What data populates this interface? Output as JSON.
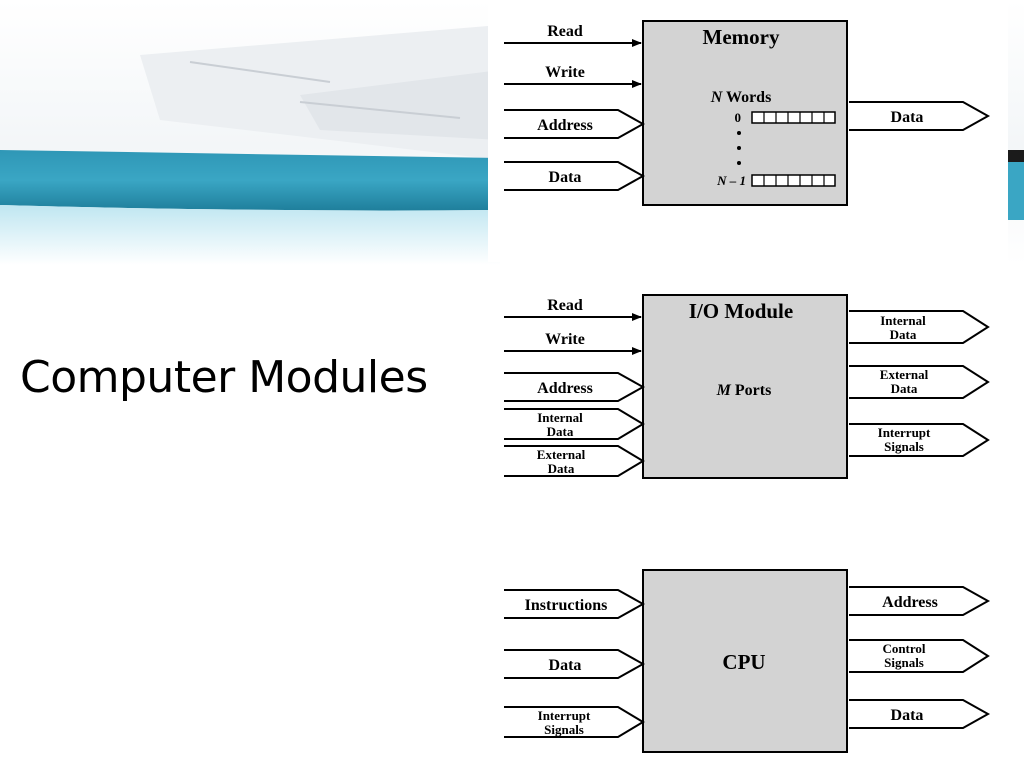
{
  "slide": {
    "title": "Computer Modules"
  },
  "colors": {
    "module_fill": "#d3d3d3",
    "stroke": "#000000",
    "banner_teal": "#3aa6c4",
    "banner_teal_light": "#8fd0e2"
  },
  "memory": {
    "title": "Memory",
    "subtitle_var": "N",
    "subtitle_rest": " Words",
    "index_first": "0",
    "index_last": "N – 1",
    "inputs": {
      "read": "Read",
      "write": "Write",
      "address": "Address",
      "data": "Data"
    },
    "outputs": {
      "data": "Data"
    }
  },
  "io": {
    "title": "I/O Module",
    "subtitle_var": "M",
    "subtitle_rest": " Ports",
    "inputs": {
      "read": "Read",
      "write": "Write",
      "address": "Address",
      "internal_1": "Internal",
      "internal_2": "Data",
      "external_1": "External",
      "external_2": "Data"
    },
    "outputs": {
      "internal_1": "Internal",
      "internal_2": "Data",
      "external_1": "External",
      "external_2": "Data",
      "interrupt_1": "Interrupt",
      "interrupt_2": "Signals"
    }
  },
  "cpu": {
    "title": "CPU",
    "inputs": {
      "instructions": "Instructions",
      "data": "Data",
      "interrupt_1": "Interrupt",
      "interrupt_2": "Signals"
    },
    "outputs": {
      "address": "Address",
      "control_1": "Control",
      "control_2": "Signals",
      "data": "Data"
    }
  }
}
